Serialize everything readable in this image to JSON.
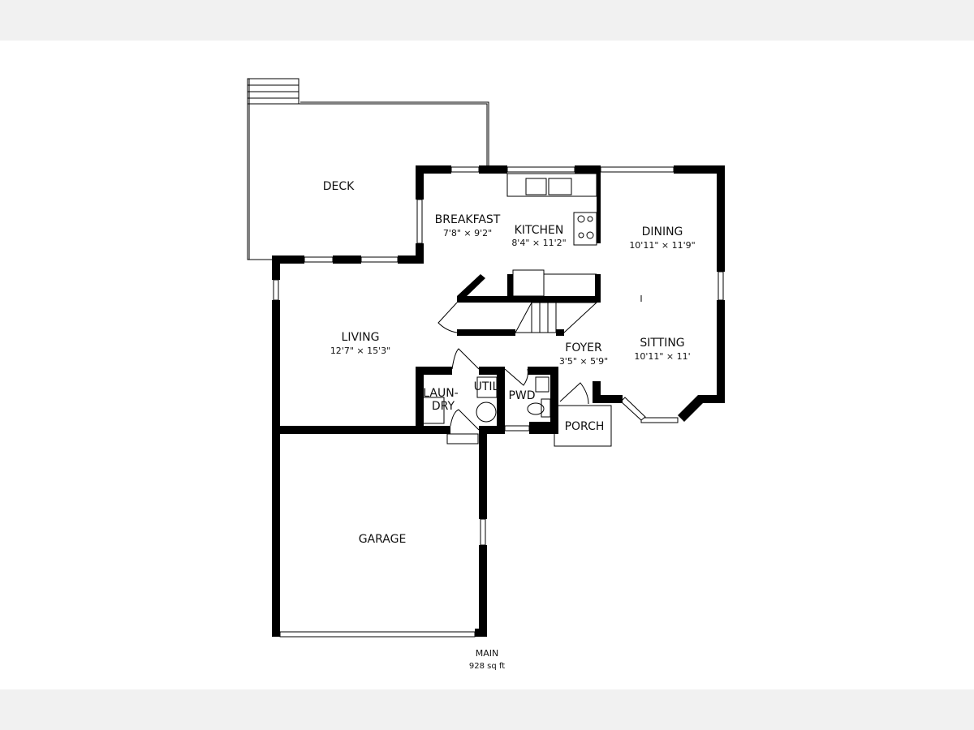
{
  "floor": {
    "name": "MAIN",
    "area": "928 sq ft"
  },
  "rooms": {
    "deck": {
      "name": "DECK"
    },
    "breakfast": {
      "name": "BREAKFAST",
      "dims": "7'8\" × 9'2\""
    },
    "kitchen": {
      "name": "KITCHEN",
      "dims": "8'4\" × 11'2\""
    },
    "dining": {
      "name": "DINING",
      "dims": "10'11\" × 11'9\""
    },
    "living": {
      "name": "LIVING",
      "dims": "12'7\" × 15'3\""
    },
    "foyer": {
      "name": "FOYER",
      "dims": "3'5\" × 5'9\""
    },
    "sitting": {
      "name": "SITTING",
      "dims": "10'11\" × 11'"
    },
    "laundry": {
      "name1": "LAUN-",
      "name2": "DRY"
    },
    "util": {
      "name": "UTIL"
    },
    "pwd": {
      "name": "PWD"
    },
    "porch": {
      "name": "PORCH"
    },
    "garage": {
      "name": "GARAGE"
    }
  }
}
